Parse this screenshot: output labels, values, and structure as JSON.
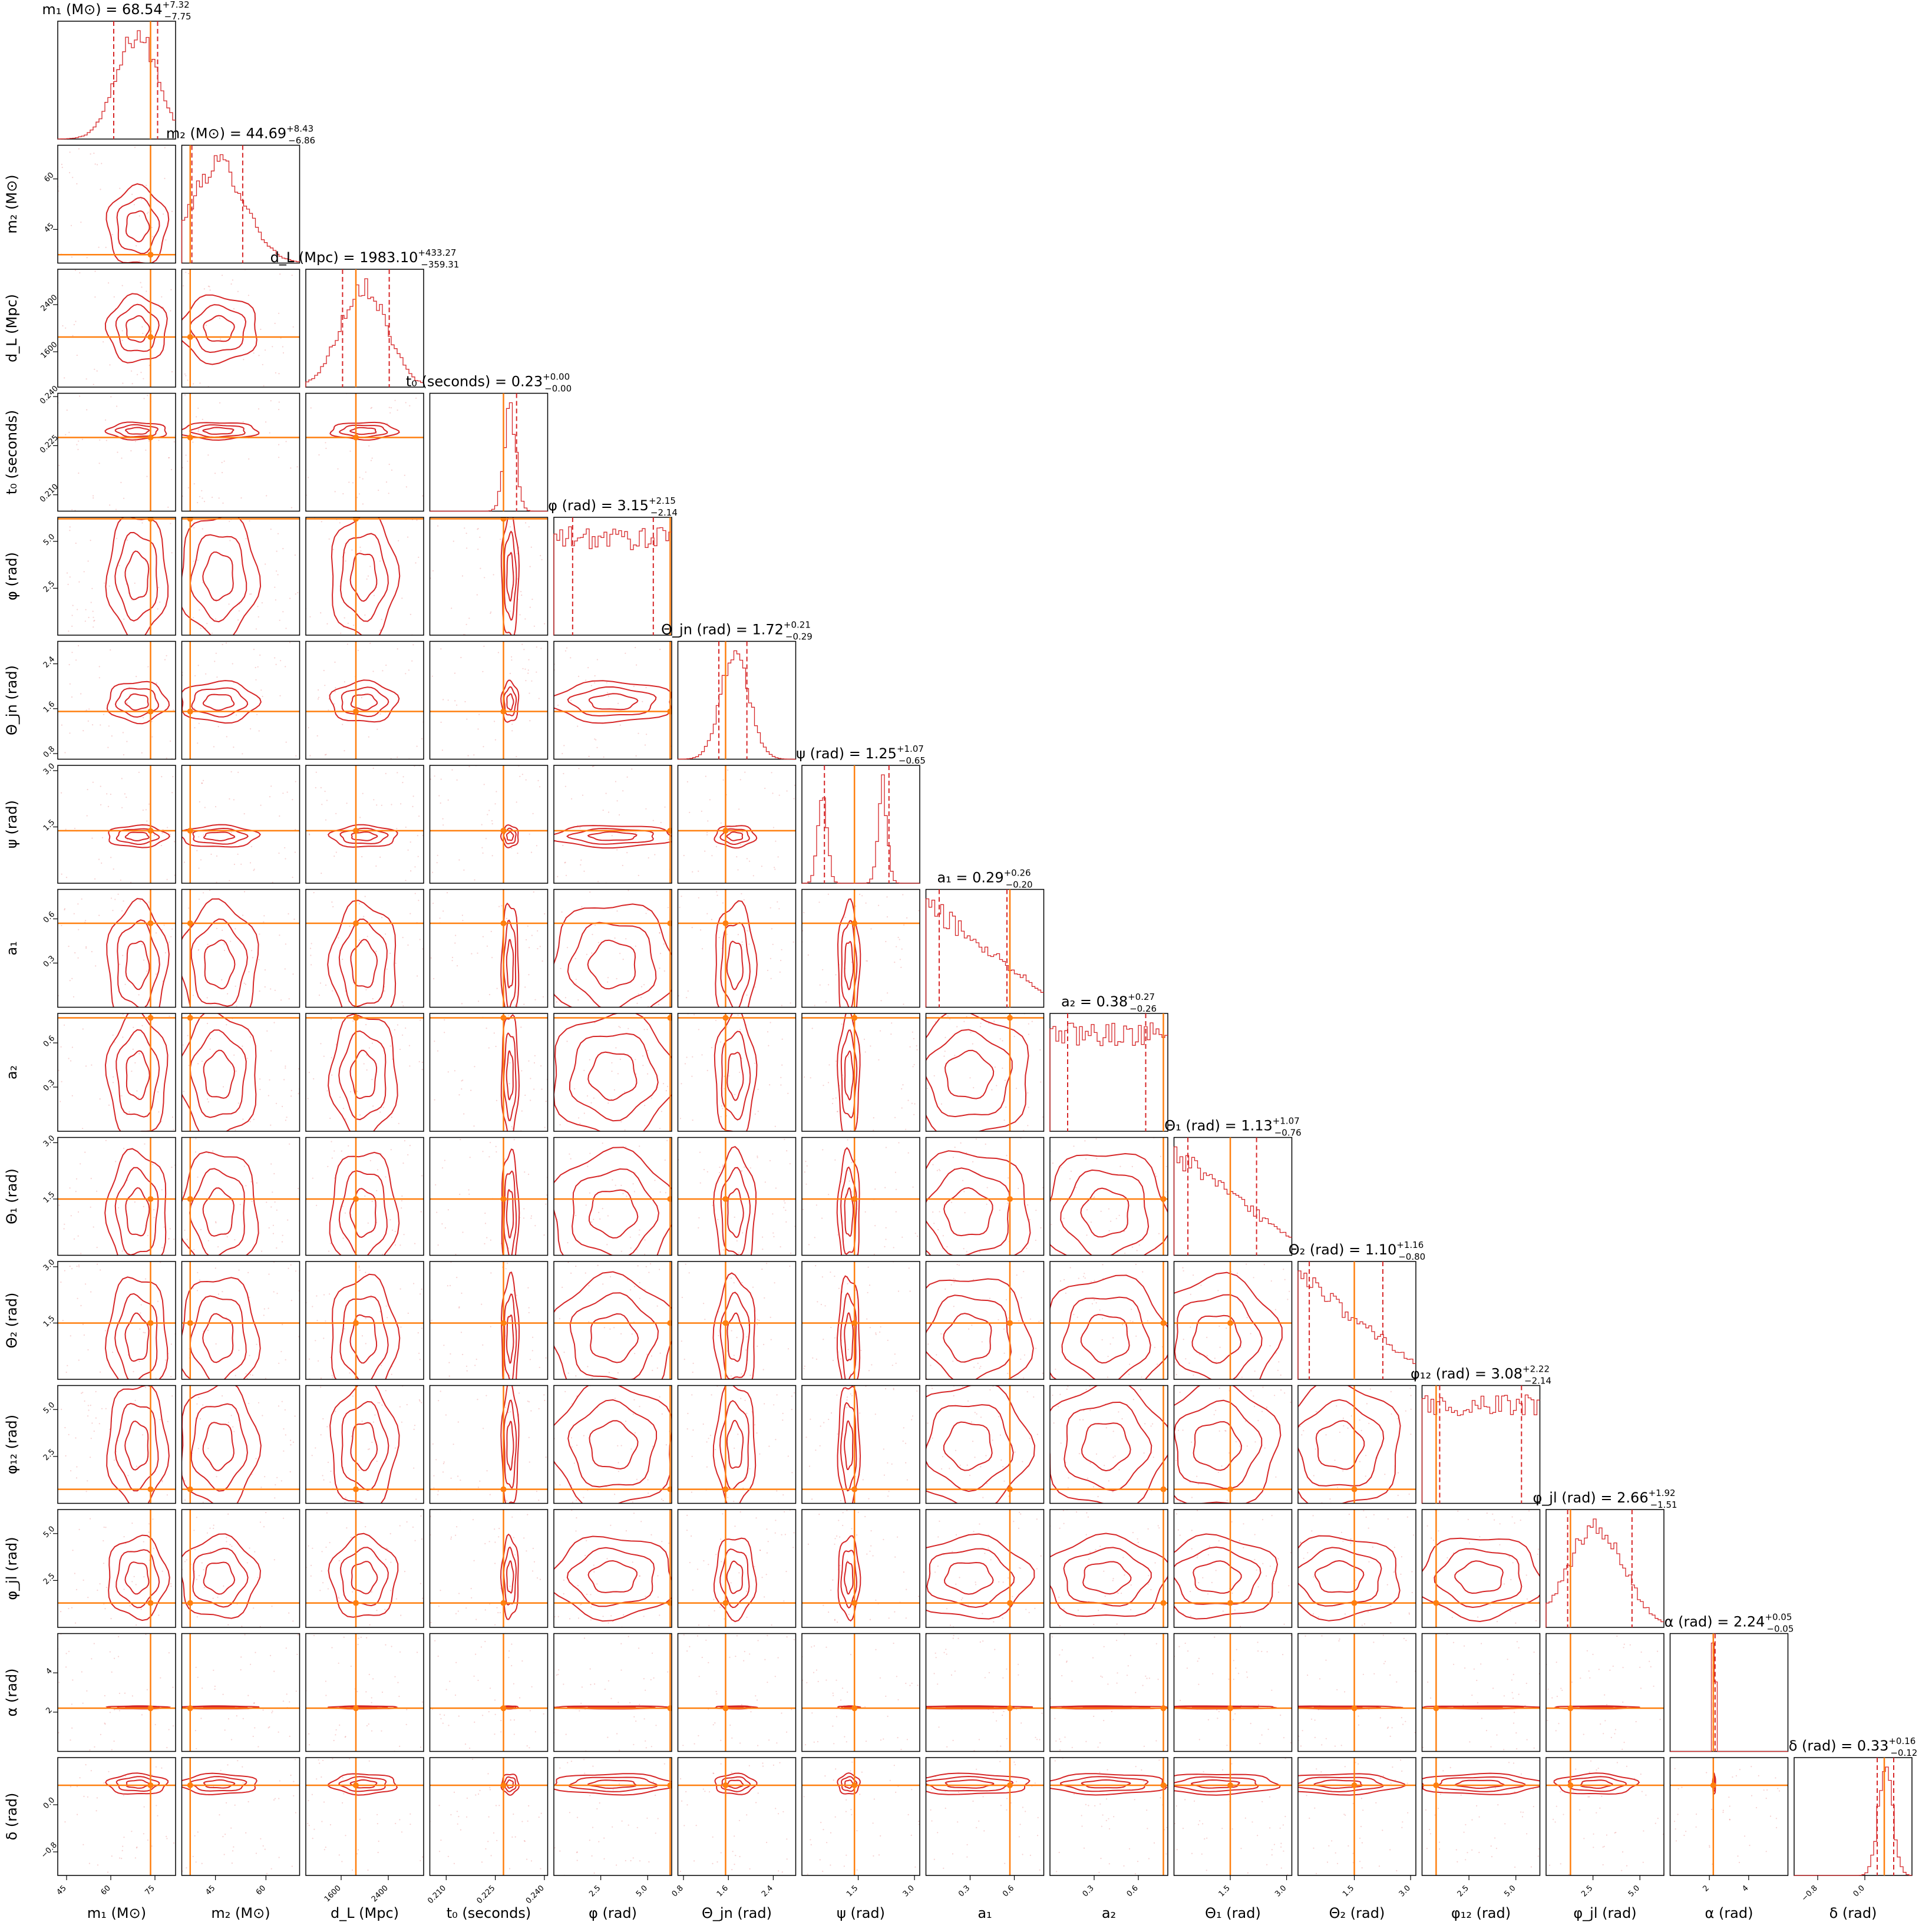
{
  "chart_data": {
    "type": "corner",
    "title": "",
    "colors": {
      "posterior": "#d62728",
      "truth": "#ff7f0e",
      "frame": "#000000"
    },
    "parameters": [
      {
        "key": "m1",
        "symbol": "m₁",
        "unit": "(M⊙)",
        "label": "m₁ (M⊙)",
        "median": "68.54",
        "plus": "+7.32",
        "minus": "−7.75",
        "range": [
          42,
          82
        ],
        "lo": 61.0,
        "hi": 75.9,
        "truth": 73.5,
        "mean": 69,
        "sd": 7,
        "shape": "gauss",
        "ticks": [
          {
            "v": 45,
            "t": "45"
          },
          {
            "v": 60,
            "t": "60"
          },
          {
            "v": 75,
            "t": "75"
          }
        ]
      },
      {
        "key": "m2",
        "symbol": "m₂",
        "unit": "(M⊙)",
        "label": "m₂ (M⊙)",
        "median": "44.69",
        "plus": "+8.43",
        "minus": "−6.86",
        "range": [
          35,
          70
        ],
        "lo": 38.0,
        "hi": 53.1,
        "truth": 37.5,
        "mean": 46,
        "sd": 8,
        "shape": "gauss",
        "ticks": [
          {
            "v": 45,
            "t": "45"
          },
          {
            "v": 60,
            "t": "60"
          }
        ]
      },
      {
        "key": "dL",
        "symbol": "d_L",
        "unit": "(Mpc)",
        "label": "d_L (Mpc)",
        "median": "1983.10",
        "plus": "+433.27",
        "minus": "−359.31",
        "range": [
          1000,
          3000
        ],
        "lo": 1624,
        "hi": 2416,
        "truth": 1850,
        "mean": 1983,
        "sd": 390,
        "shape": "gauss",
        "ticks": [
          {
            "v": 1600,
            "t": "1600"
          },
          {
            "v": 2400,
            "t": "2400"
          }
        ]
      },
      {
        "key": "t0",
        "symbol": "t₀",
        "unit": "(seconds)",
        "label": "t₀ (seconds)",
        "median": "0.23",
        "plus": "+0.00",
        "minus": "−0.00",
        "range": [
          0.205,
          0.241
        ],
        "lo": 0.2275,
        "hi": 0.2315,
        "truth": 0.2275,
        "mean": 0.2295,
        "sd": 0.0018,
        "shape": "gauss",
        "ticks": [
          {
            "v": 0.21,
            "t": "0.210"
          },
          {
            "v": 0.225,
            "t": "0.225"
          },
          {
            "v": 0.24,
            "t": "0.240"
          }
        ]
      },
      {
        "key": "phi",
        "symbol": "φ",
        "unit": "(rad)",
        "label": "φ (rad)",
        "median": "3.15",
        "plus": "+2.15",
        "minus": "−2.14",
        "range": [
          0,
          6.28
        ],
        "lo": 1.0,
        "hi": 5.3,
        "truth": 6.2,
        "mean": 3.15,
        "sd": 0,
        "shape": "flat",
        "ticks": [
          {
            "v": 2.5,
            "t": "2.5"
          },
          {
            "v": 5.0,
            "t": "5.0"
          }
        ]
      },
      {
        "key": "thetajn",
        "symbol": "Θ_jn",
        "unit": "(rad)",
        "label": "Θ_jn (rad)",
        "median": "1.72",
        "plus": "+0.21",
        "minus": "−0.29",
        "range": [
          0.7,
          2.8
        ],
        "lo": 1.43,
        "hi": 1.93,
        "truth": 1.55,
        "mean": 1.72,
        "sd": 0.25,
        "shape": "gauss",
        "ticks": [
          {
            "v": 0.8,
            "t": "0.8"
          },
          {
            "v": 1.6,
            "t": "1.6"
          },
          {
            "v": 2.4,
            "t": "2.4"
          }
        ]
      },
      {
        "key": "psi",
        "symbol": "ψ",
        "unit": "(rad)",
        "label": "ψ (rad)",
        "median": "1.25",
        "plus": "+1.07",
        "minus": "−0.65",
        "range": [
          0,
          3.14
        ],
        "lo": 0.6,
        "hi": 2.32,
        "truth": 1.4,
        "mean": 1.25,
        "sd": 0.2,
        "shape": "bimodal",
        "ticks": [
          {
            "v": 1.5,
            "t": "1.5"
          },
          {
            "v": 3.0,
            "t": "3.0"
          }
        ]
      },
      {
        "key": "a1",
        "symbol": "a₁",
        "unit": "",
        "label": "a₁",
        "median": "0.29",
        "plus": "+0.26",
        "minus": "−0.20",
        "range": [
          0,
          0.8
        ],
        "lo": 0.09,
        "hi": 0.55,
        "truth": 0.57,
        "mean": 0.29,
        "sd": 0,
        "shape": "decline",
        "ticks": [
          {
            "v": 0.3,
            "t": "0.3"
          },
          {
            "v": 0.6,
            "t": "0.6"
          }
        ]
      },
      {
        "key": "a2",
        "symbol": "a₂",
        "unit": "",
        "label": "a₂",
        "median": "0.38",
        "plus": "+0.27",
        "minus": "−0.26",
        "range": [
          0,
          0.8
        ],
        "lo": 0.12,
        "hi": 0.65,
        "truth": 0.77,
        "mean": 0.38,
        "sd": 0,
        "shape": "flat",
        "ticks": [
          {
            "v": 0.3,
            "t": "0.3"
          },
          {
            "v": 0.6,
            "t": "0.6"
          }
        ]
      },
      {
        "key": "theta1",
        "symbol": "Θ₁",
        "unit": "(rad)",
        "label": "Θ₁ (rad)",
        "median": "1.13",
        "plus": "+1.07",
        "minus": "−0.76",
        "range": [
          0,
          3.14
        ],
        "lo": 0.37,
        "hi": 2.2,
        "truth": 1.5,
        "mean": 1.13,
        "sd": 0,
        "shape": "decline",
        "ticks": [
          {
            "v": 1.5,
            "t": "1.5"
          },
          {
            "v": 3.0,
            "t": "3.0"
          }
        ]
      },
      {
        "key": "theta2",
        "symbol": "Θ₂",
        "unit": "(rad)",
        "label": "Θ₂ (rad)",
        "median": "1.10",
        "plus": "+1.16",
        "minus": "−0.80",
        "range": [
          0,
          3.14
        ],
        "lo": 0.3,
        "hi": 2.26,
        "truth": 1.5,
        "mean": 1.1,
        "sd": 0,
        "shape": "decline",
        "ticks": [
          {
            "v": 1.5,
            "t": "1.5"
          },
          {
            "v": 3.0,
            "t": "3.0"
          }
        ]
      },
      {
        "key": "phi12",
        "symbol": "φ₁₂",
        "unit": "(rad)",
        "label": "φ₁₂ (rad)",
        "median": "3.08",
        "plus": "+2.22",
        "minus": "−2.14",
        "range": [
          0,
          6.28
        ],
        "lo": 0.94,
        "hi": 5.3,
        "truth": 0.75,
        "mean": 3.08,
        "sd": 0,
        "shape": "flat",
        "ticks": [
          {
            "v": 2.5,
            "t": "2.5"
          },
          {
            "v": 5.0,
            "t": "5.0"
          }
        ]
      },
      {
        "key": "phijl",
        "symbol": "φ_jl",
        "unit": "(rad)",
        "label": "φ_jl (rad)",
        "median": "2.66",
        "plus": "+1.92",
        "minus": "−1.51",
        "range": [
          0,
          6.28
        ],
        "lo": 1.15,
        "hi": 4.58,
        "truth": 1.3,
        "mean": 2.66,
        "sd": 1.5,
        "shape": "gauss",
        "ticks": [
          {
            "v": 2.5,
            "t": "2.5"
          },
          {
            "v": 5.0,
            "t": "5.0"
          }
        ]
      },
      {
        "key": "alpha",
        "symbol": "α",
        "unit": "(rad)",
        "label": "α (rad)",
        "median": "2.24",
        "plus": "+0.05",
        "minus": "−0.05",
        "range": [
          0,
          6.0
        ],
        "lo": 2.19,
        "hi": 2.29,
        "truth": 2.2,
        "mean": 2.24,
        "sd": 0.05,
        "shape": "gauss",
        "ticks": [
          {
            "v": 2,
            "t": "2"
          },
          {
            "v": 4,
            "t": "4"
          }
        ]
      },
      {
        "key": "delta",
        "symbol": "δ",
        "unit": "(rad)",
        "label": "δ (rad)",
        "median": "0.33",
        "plus": "+0.16",
        "minus": "−0.12",
        "range": [
          -1.2,
          0.8
        ],
        "lo": 0.21,
        "hi": 0.49,
        "truth": 0.33,
        "mean": 0.35,
        "sd": 0.12,
        "shape": "gauss",
        "ticks": [
          {
            "v": -0.8,
            "t": "−0.8"
          },
          {
            "v": 0.0,
            "t": "0.0"
          }
        ]
      }
    ]
  }
}
